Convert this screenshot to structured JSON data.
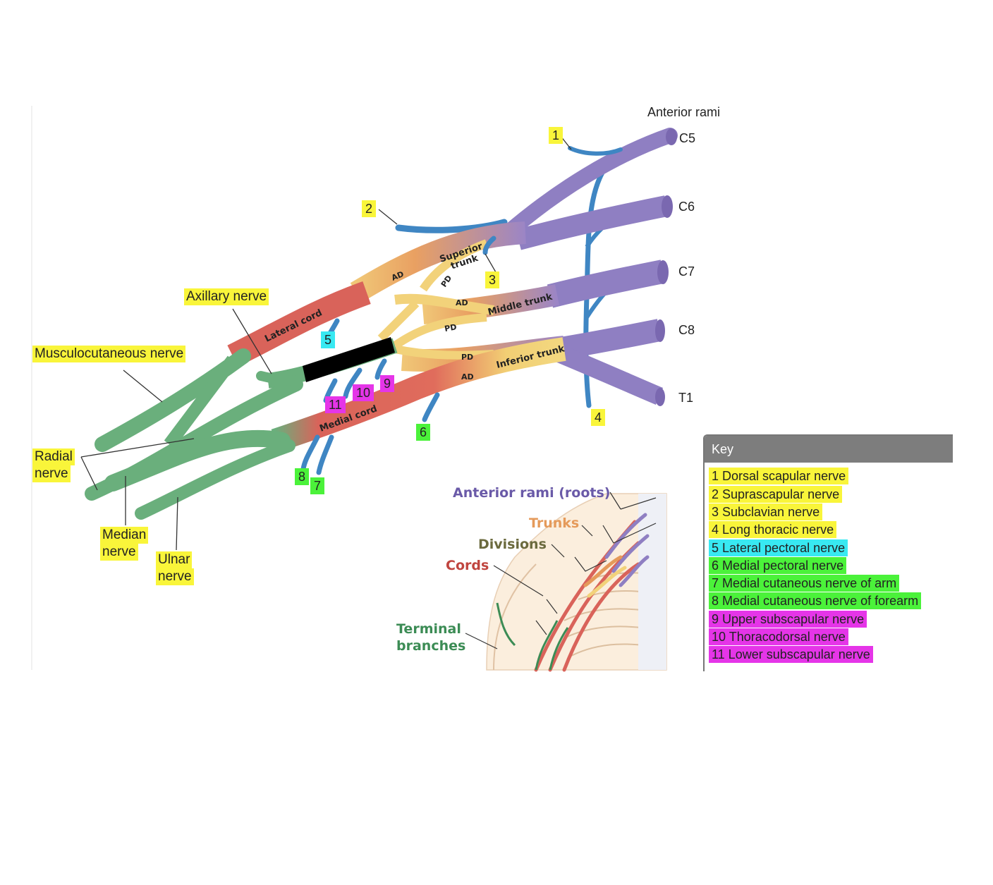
{
  "roots": {
    "header": "Anterior rami",
    "c5": "C5",
    "c6": "C6",
    "c7": "C7",
    "c8": "C8",
    "t1": "T1"
  },
  "structures": {
    "superior_trunk": "Superior trunk",
    "middle_trunk": "Middle trunk",
    "inferior_trunk": "Inferior trunk",
    "lateral_cord": "Lateral cord",
    "medial_cord": "Medial cord",
    "ad": "AD",
    "pd": "PD"
  },
  "terminal_labels": {
    "axillary": "Axillary nerve",
    "musculocutaneous": "Musculocutaneous nerve",
    "radial_1": "Radial",
    "radial_2": "nerve",
    "median_1": "Median",
    "median_2": "nerve",
    "ulnar_1": "Ulnar",
    "ulnar_2": "nerve"
  },
  "numbers": [
    "1",
    "2",
    "3",
    "4",
    "5",
    "6",
    "7",
    "8",
    "9",
    "10",
    "11"
  ],
  "key": {
    "title": "Key",
    "items": [
      {
        "text": "1  Dorsal scapular nerve",
        "color": "#f9f53a"
      },
      {
        "text": "2  Suprascapular nerve",
        "color": "#f9f53a"
      },
      {
        "text": "3  Subclavian nerve",
        "color": "#f9f53a"
      },
      {
        "text": "4  Long thoracic nerve",
        "color": "#f9f53a"
      },
      {
        "text": "5  Lateral pectoral nerve",
        "color": "#38e9f2"
      },
      {
        "text": "6  Medial pectoral nerve",
        "color": "#4bf23a"
      },
      {
        "text": "7  Medial cutaneous nerve of arm",
        "color": "#4bf23a"
      },
      {
        "text": "8  Medial cutaneous nerve of forearm",
        "color": "#4bf23a"
      },
      {
        "text": "9  Upper subscapular nerve",
        "color": "#e535e8"
      },
      {
        "text": "10  Thoracodorsal nerve",
        "color": "#e535e8"
      },
      {
        "text": "11  Lower subscapular nerve",
        "color": "#e535e8"
      }
    ]
  },
  "inset": {
    "roots": "Anterior rami (roots)",
    "trunks": "Trunks",
    "divisions": "Divisions",
    "cords": "Cords",
    "terminal_1": "Terminal",
    "terminal_2": "branches"
  },
  "colors": {
    "root": "#8f7fc2",
    "trunk": "#e59a5a",
    "division": "#f2d27a",
    "cord": "#d9635a",
    "terminal": "#6aaf7c",
    "branch": "#3f86c3",
    "redaction": "#000000"
  }
}
